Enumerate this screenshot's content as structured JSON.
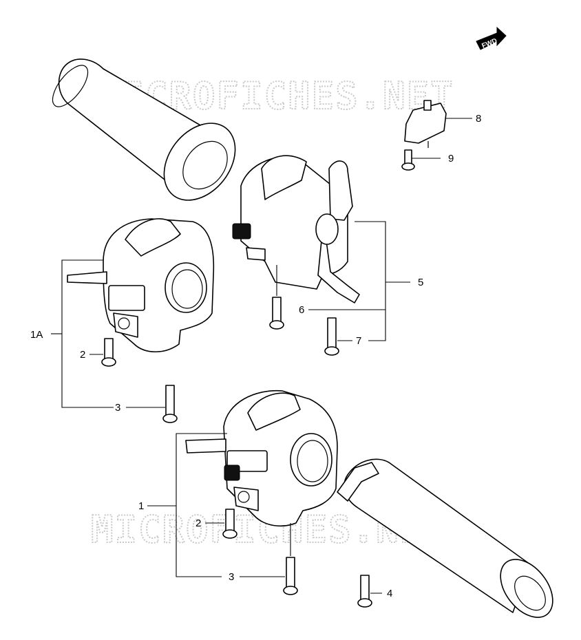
{
  "watermark_text": "MICROFICHES.NET",
  "fwd_badge": "FWD",
  "callouts": {
    "c1": "1",
    "c1a": "1A",
    "c2_top": "2",
    "c2_bottom": "2",
    "c3_top": "3",
    "c3_bottom": "3",
    "c4": "4",
    "c5": "5",
    "c6": "6",
    "c7": "7",
    "c8": "8",
    "c9": "9"
  }
}
